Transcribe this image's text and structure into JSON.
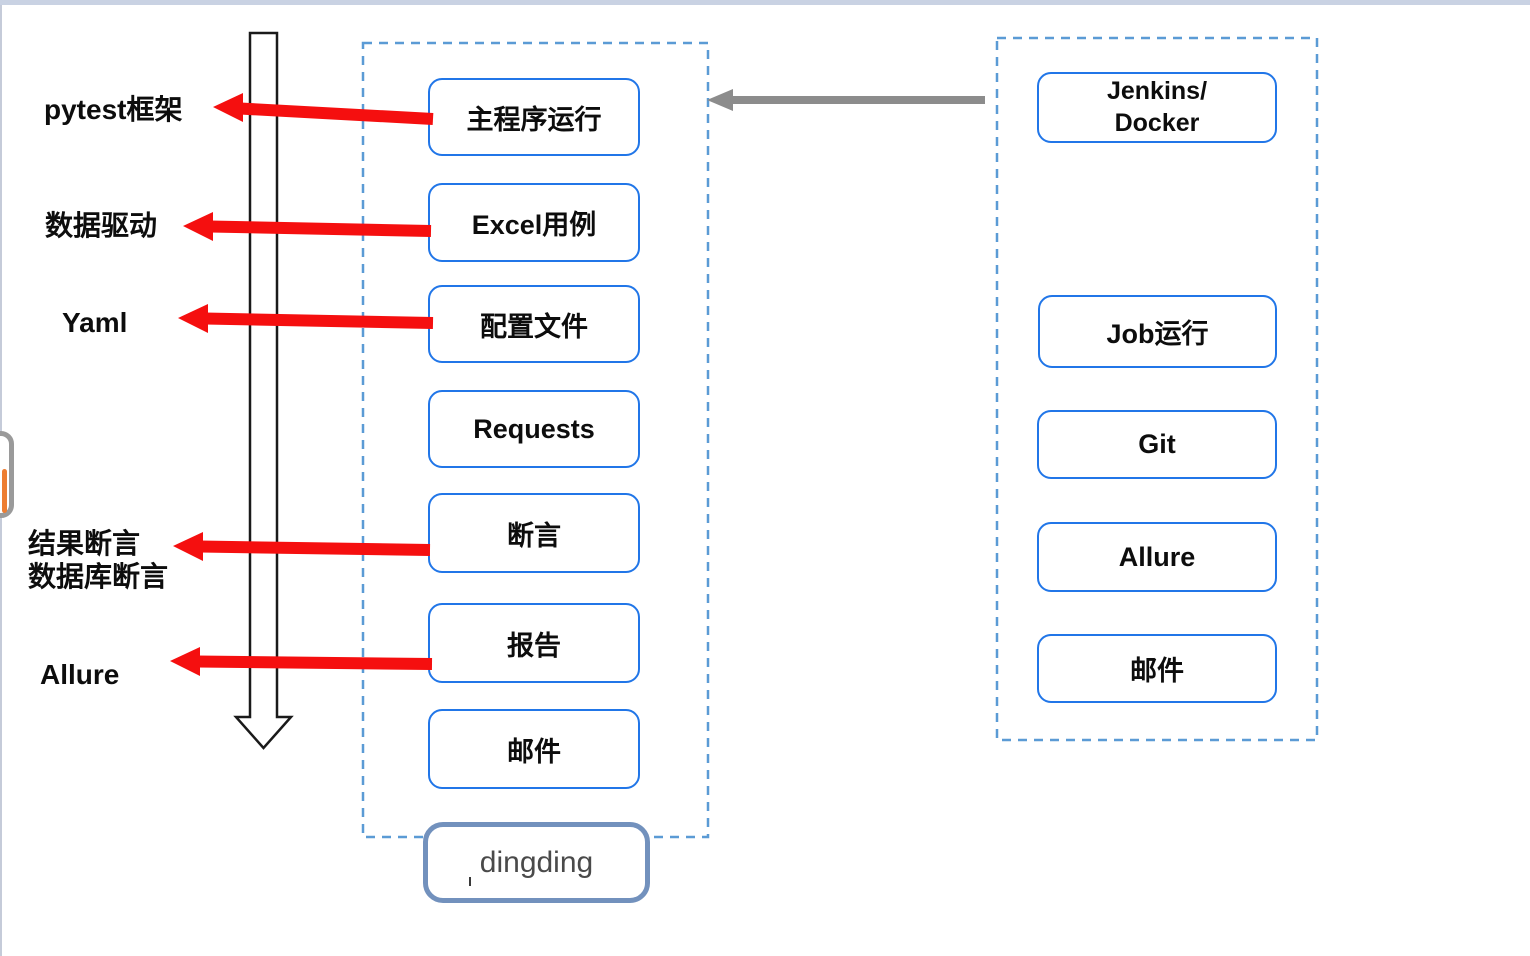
{
  "diagram_title": "",
  "left_labels": {
    "pytest": "pytest框架",
    "data_driven": "数据驱动",
    "yaml": "Yaml",
    "assertions": "结果断言\n数据库断言",
    "allure": "Allure"
  },
  "middle_panel": {
    "boxes": [
      {
        "label": "主程序运行"
      },
      {
        "label": "Excel用例"
      },
      {
        "label": "配置文件"
      },
      {
        "label": "Requests"
      },
      {
        "label": "断言"
      },
      {
        "label": "报告"
      },
      {
        "label": "邮件"
      }
    ],
    "footer_box": {
      "label": "dingding"
    }
  },
  "right_panel": {
    "boxes": [
      {
        "label": "Jenkins/",
        "label2": "Docker"
      },
      {
        "label": "Job运行"
      },
      {
        "label": "Git"
      },
      {
        "label": "Allure"
      },
      {
        "label": "邮件"
      }
    ]
  },
  "connections": {
    "red_arrows": [
      {
        "from": "主程序运行",
        "to": "pytest框架"
      },
      {
        "from": "Excel用例",
        "to": "数据驱动"
      },
      {
        "from": "配置文件",
        "to": "Yaml"
      },
      {
        "from": "断言",
        "to": "结果断言/数据库断言"
      },
      {
        "from": "报告",
        "to": "Allure"
      }
    ],
    "gray_arrow": {
      "from": "Jenkins/Docker panel",
      "to": "主程序运行 panel"
    },
    "flow_arrow": "top-to-bottom execution flow"
  },
  "colors": {
    "box_border_blue": "#2176e8",
    "dashed_container_blue": "#5b9bd5",
    "arrow_red": "#f50f0f",
    "arrow_gray": "#8c8c8c",
    "flow_arrow_outline": "#1a1a1a",
    "footer_box_border": "#7291bd",
    "footer_box_text": "#4a4a4a",
    "text_black": "#0d0d0d",
    "indicator_orange": "#ed7d31",
    "top_strip": "#c9d2e3"
  }
}
